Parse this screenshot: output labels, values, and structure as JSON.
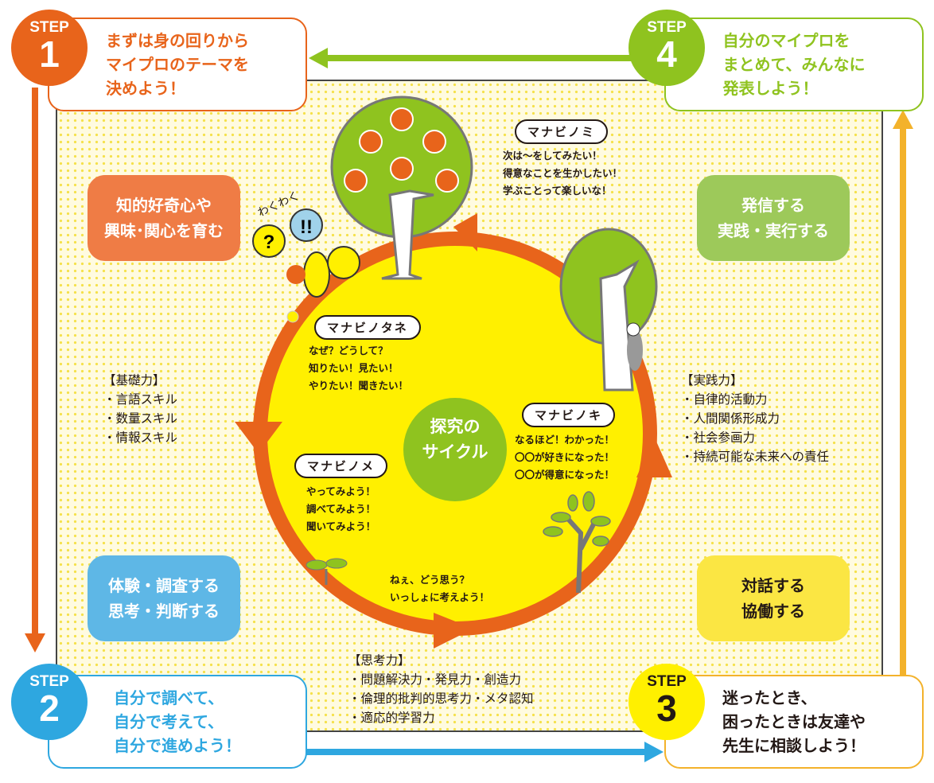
{
  "steps": [
    {
      "label": "STEP",
      "num": "1",
      "text": [
        "まずは身の回りから",
        "マイプロのテーマを",
        "決めよう！"
      ],
      "color": "#e8641b"
    },
    {
      "label": "STEP",
      "num": "2",
      "text": [
        "自分で調べて、",
        "自分で考えて、",
        "自分で進めよう！"
      ],
      "color": "#2ea7e0"
    },
    {
      "label": "STEP",
      "num": "3",
      "text": [
        "迷ったとき、",
        "困ったときは友達や",
        "先生に相談しよう！"
      ],
      "color": "#f3b22b"
    },
    {
      "label": "STEP",
      "num": "4",
      "text": [
        "自分のマイプロを",
        "まとめて、みんなに",
        "発表しよう！"
      ],
      "color": "#8fc31f"
    }
  ],
  "pills": {
    "curiosity": [
      "知的好奇心や",
      "興味･関心を育む"
    ],
    "express": [
      "発信する",
      "実践・実行する"
    ],
    "experience": [
      "体験・調査する",
      "思考・判断する"
    ],
    "dialogue": [
      "対話する",
      "協働する"
    ]
  },
  "center": [
    "探究の",
    "サイクル"
  ],
  "stages": {
    "tane": {
      "title": "マナビノタネ",
      "lines": [
        "なぜ？どうして？",
        "知りたい！見たい！",
        "やりたい！聞きたい！"
      ]
    },
    "me": {
      "title": "マナビノメ",
      "lines": [
        "やってみよう！",
        "調べてみよう！",
        "聞いてみよう！"
      ]
    },
    "ki": {
      "title": "マナビノキ",
      "lines": [
        "なるほど！わかった！",
        "〇〇が好きになった！",
        "〇〇が得意になった！"
      ]
    },
    "mi": {
      "title": "マナビノミ",
      "lines": [
        "次は～をしてみたい！",
        "得意なことを生かしたい！",
        "学ぶことって楽しいな！"
      ]
    }
  },
  "dialogue_text": [
    "ねぇ、どう思う？",
    "いっしょに考えよう！"
  ],
  "wakuwaku": "わくわく",
  "skills": {
    "basic": {
      "title": "【基礎力】",
      "items": [
        "・言語スキル",
        "・数量スキル",
        "・情報スキル"
      ]
    },
    "practice": {
      "title": "【実践力】",
      "items": [
        "・自律的活動力",
        "・人間関係形成力",
        "・社会参画力",
        "・持続可能な未来への責任"
      ]
    },
    "thinking": {
      "title": "【思考力】",
      "items": [
        "・問題解決力・発見力・創造力",
        "・倫理的批判的思考力・メタ認知",
        "・適応的学習力"
      ]
    }
  }
}
